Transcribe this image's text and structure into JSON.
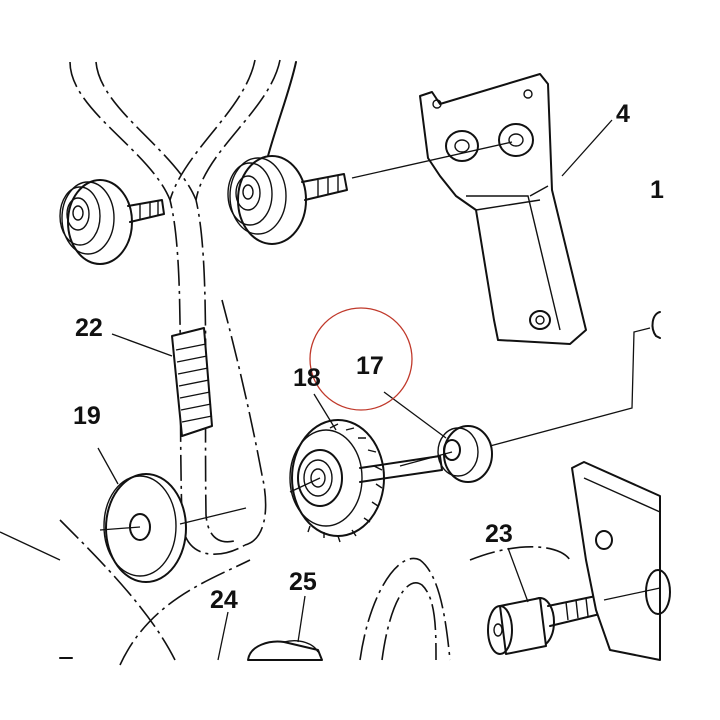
{
  "callouts": {
    "c1": "1",
    "c4": "4",
    "c17": "17",
    "c18": "18",
    "c19": "19",
    "c22": "22",
    "c23": "23",
    "c24": "24",
    "c25": "25"
  },
  "colors": {
    "ink": "#111111",
    "background": "#ffffff",
    "highlight_circle": "#c0392b"
  }
}
